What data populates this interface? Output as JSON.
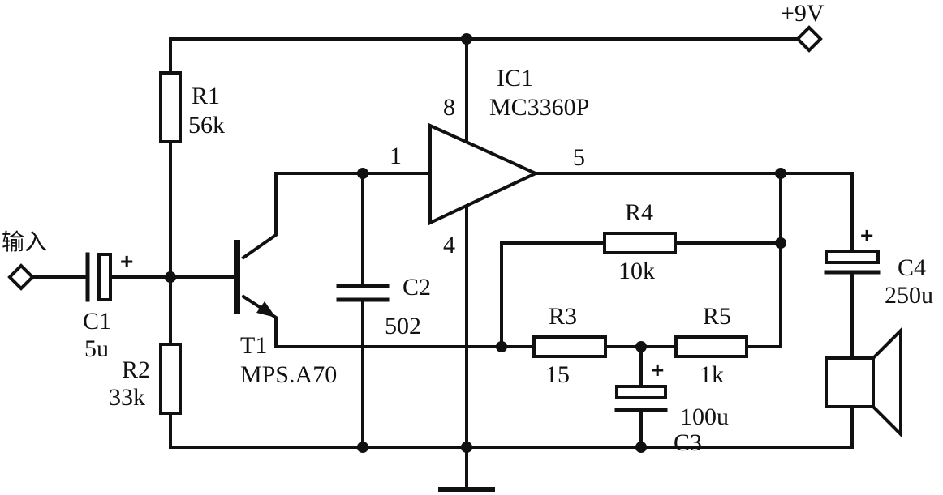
{
  "supply": {
    "label": "+9V"
  },
  "input": {
    "label": "输入"
  },
  "ic1": {
    "ref": "IC1",
    "part": "MC3360P",
    "pin_8": "8",
    "pin_1": "1",
    "pin_5": "5",
    "pin_4": "4"
  },
  "t1": {
    "ref": "T1",
    "part": "MPS.A70"
  },
  "r1": {
    "ref": "R1",
    "value": "56k"
  },
  "r2": {
    "ref": "R2",
    "value": "33k"
  },
  "r3": {
    "ref": "R3",
    "value": "15"
  },
  "r4": {
    "ref": "R4",
    "value": "10k"
  },
  "r5": {
    "ref": "R5",
    "value": "1k"
  },
  "c1": {
    "ref": "C1",
    "value": "5u",
    "polarity": "+"
  },
  "c2": {
    "ref": "C2",
    "value": "502"
  },
  "c3": {
    "ref": "C3",
    "value": "100u",
    "polarity": "+"
  },
  "c4": {
    "ref": "C4",
    "value": "250u",
    "polarity": "+"
  }
}
